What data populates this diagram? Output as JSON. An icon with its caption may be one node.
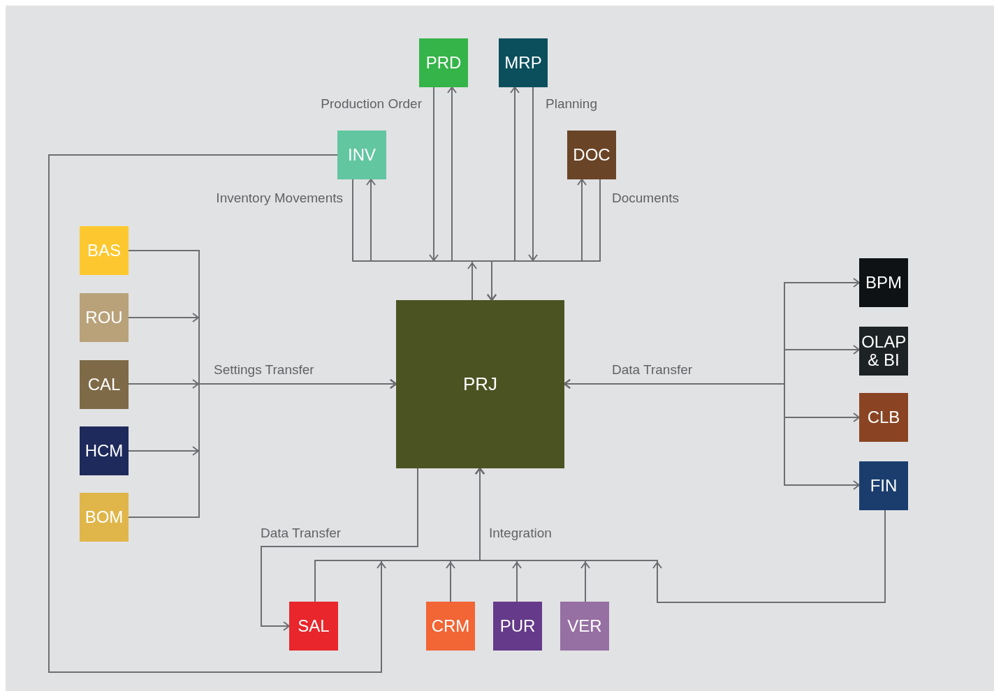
{
  "diagram": {
    "nodes": [
      {
        "text": [
          "PRD"
        ]
      },
      {
        "text": [
          "MRP"
        ]
      },
      {
        "text": [
          "INV"
        ]
      },
      {
        "text": [
          "DOC"
        ]
      },
      {
        "text": [
          "BAS"
        ]
      },
      {
        "text": [
          "BPM"
        ]
      },
      {
        "text": [
          "ROU"
        ]
      },
      {
        "text": [
          "OLAP & BI"
        ]
      },
      {
        "text": [
          "CAL"
        ]
      },
      {
        "text": [
          "PRJ"
        ]
      },
      {
        "text": [
          "CLB"
        ]
      },
      {
        "text": [
          "HCM"
        ]
      },
      {
        "text": [
          "FIN"
        ]
      },
      {
        "text": [
          "BOM"
        ]
      },
      {
        "text": [
          "SAL"
        ]
      },
      {
        "text": [
          "CRM"
        ]
      },
      {
        "text": [
          "PUR"
        ]
      },
      {
        "text": [
          "VER"
        ]
      }
    ],
    "edges": [
      {
        "from": 2,
        "to": 9,
        "arrow": "to",
        "label": "Inventory Movements"
      },
      {
        "from": 9,
        "to": 2,
        "arrow": "to"
      },
      {
        "from": 0,
        "to": 9,
        "arrow": "to",
        "label": "Production Order"
      },
      {
        "from": 9,
        "to": 0,
        "arrow": "to"
      },
      {
        "from": 9,
        "to": 1,
        "arrow": "to"
      },
      {
        "from": 1,
        "to": 9,
        "arrow": "to",
        "label": "Planning"
      },
      {
        "from": 9,
        "to": 3,
        "arrow": "to"
      },
      {
        "from": 3,
        "to": 9,
        "arrow": "to",
        "label": "Documents"
      },
      {
        "from": 4,
        "to": 9,
        "arrow": "to"
      },
      {
        "from": 6,
        "to": 9,
        "arrow": "to"
      },
      {
        "from": 8,
        "to": 9,
        "arrow": "to",
        "label": "Settings Transfer"
      },
      {
        "from": 11,
        "to": 9,
        "arrow": "to"
      },
      {
        "from": 13,
        "to": 9,
        "arrow": "to"
      },
      {
        "from": 9,
        "to": 5,
        "arrow": "both",
        "label": "Data Transfer"
      },
      {
        "from": 9,
        "to": 7,
        "arrow": "both"
      },
      {
        "from": 9,
        "to": 10,
        "arrow": "both"
      },
      {
        "from": 9,
        "to": 12,
        "arrow": "both"
      },
      {
        "from": 9,
        "to": 14,
        "arrow": "to",
        "label": "Data Transfer"
      },
      {
        "from": 14,
        "to": 9,
        "arrow": "to",
        "label": "Integration"
      },
      {
        "from": 15,
        "to": 9,
        "arrow": "to"
      },
      {
        "from": 16,
        "to": 9,
        "arrow": "to"
      },
      {
        "from": 17,
        "to": 9,
        "arrow": "to"
      },
      {
        "from": 12,
        "to": 9,
        "arrow": "to"
      },
      {
        "from": 2,
        "to": 9,
        "arrow": "to"
      }
    ]
  }
}
